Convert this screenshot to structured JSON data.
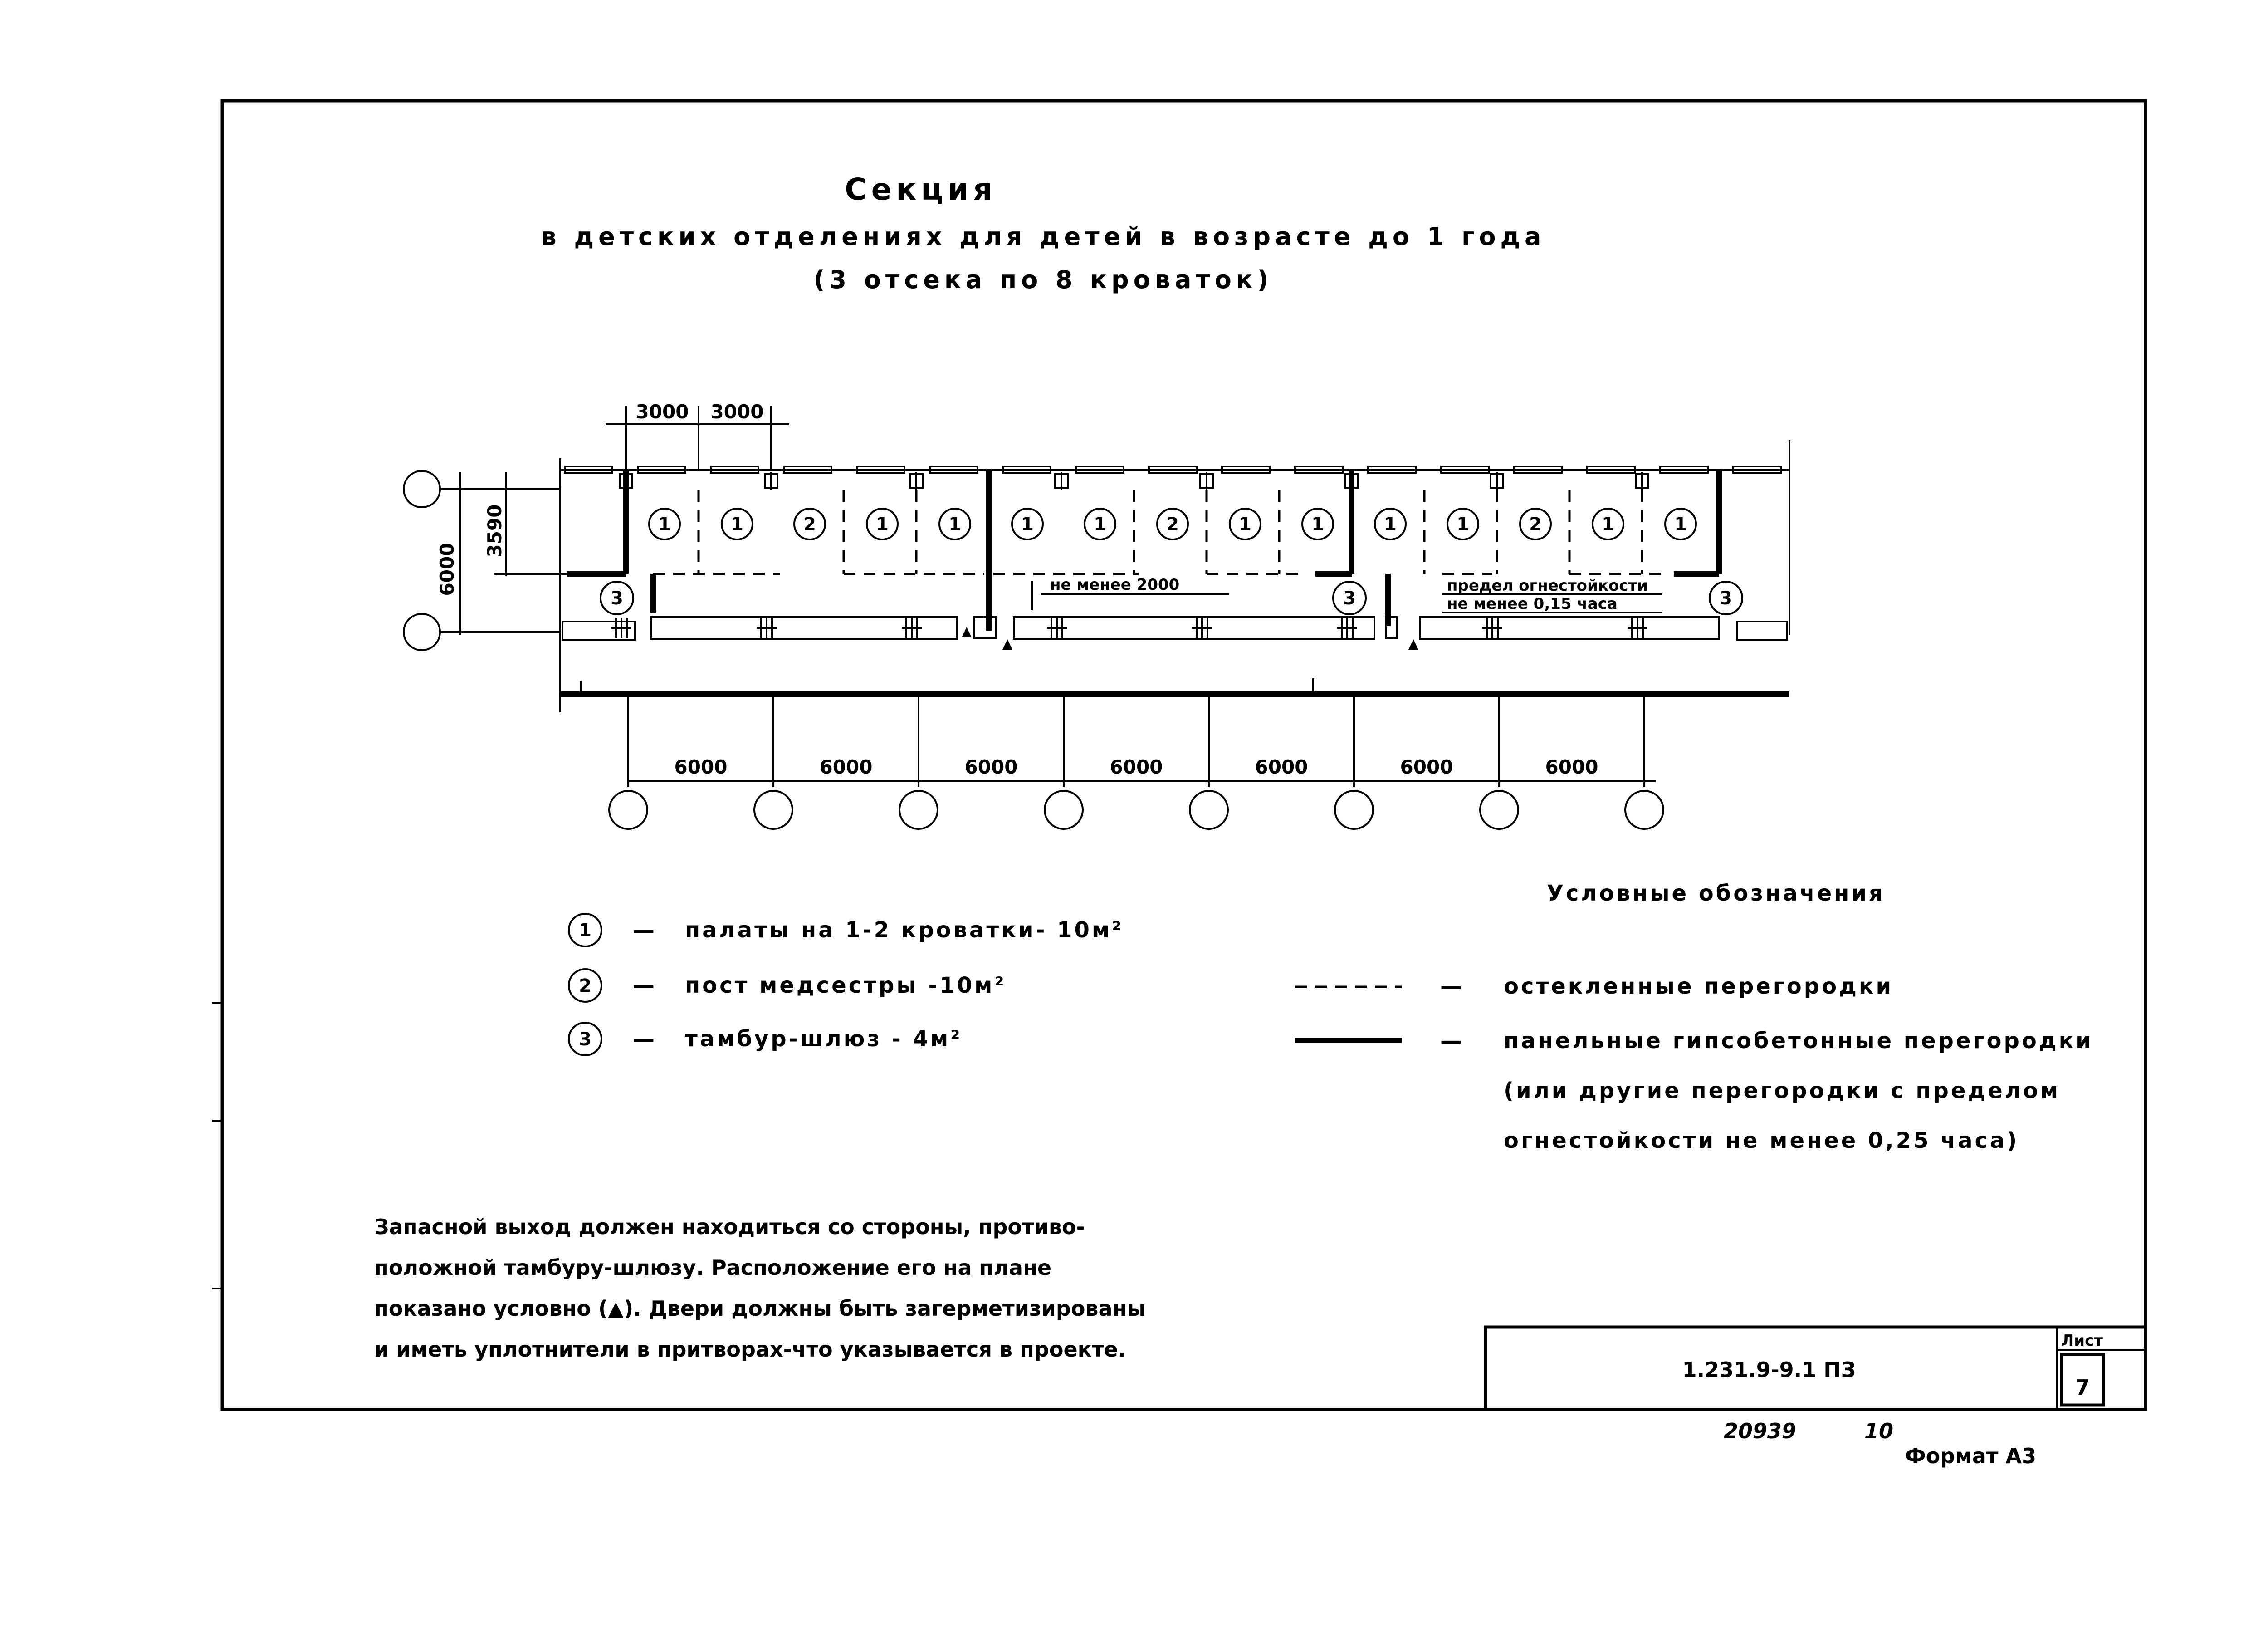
{
  "title": {
    "line1": "Секция",
    "line2": "в детских отделениях для детей в возрасте до 1 года",
    "line3": "(3 отсека по 8 кроваток)"
  },
  "plan": {
    "top_dims": [
      "3000",
      "3000"
    ],
    "left_dims": [
      "3590",
      "6000"
    ],
    "bottom_dims": [
      "6000",
      "6000",
      "6000",
      "6000",
      "6000",
      "6000",
      "6000"
    ],
    "room_labels": [
      "1",
      "1",
      "2",
      "1",
      "1",
      "1",
      "1",
      "2",
      "1",
      "1",
      "1",
      "1",
      "2",
      "1",
      "1"
    ],
    "vestibule_labels": [
      "3",
      "3",
      "3"
    ],
    "note_min_width": "не менее 2000",
    "note_fire_limit_1": "предел огнестойкости",
    "note_fire_limit_2": "не менее 0,15 часа"
  },
  "rooms_legend": [
    {
      "num": "1",
      "text": "палаты на 1-2 кроватки- 10м²"
    },
    {
      "num": "2",
      "text": "пост медсестры -10м²"
    },
    {
      "num": "3",
      "text": "тамбур-шлюз - 4м²"
    }
  ],
  "symbols_legend": {
    "title": "Условные обозначения",
    "glazed": "остекленные перегородки",
    "panel": "панельные гипсобетонные перегородки",
    "panel_line2": "(или другие перегородки с пределом",
    "panel_line3": "огнестойкости не менее 0,25 часа)"
  },
  "note": [
    "Запасной выход должен находиться со стороны, противо-",
    "положной тамбуру-шлюзу. Расположение его на плане",
    "показано условно (▲). Двери должны быть загерметизированы",
    "и иметь уплотнители в притворах-что указывается в проекте."
  ],
  "stamp": {
    "code": "1.231.9-9.1 ПЗ",
    "sheet_label": "Лист",
    "sheet_number": "7",
    "inventory": "20939",
    "copy": "10",
    "format": "Формат А3"
  }
}
